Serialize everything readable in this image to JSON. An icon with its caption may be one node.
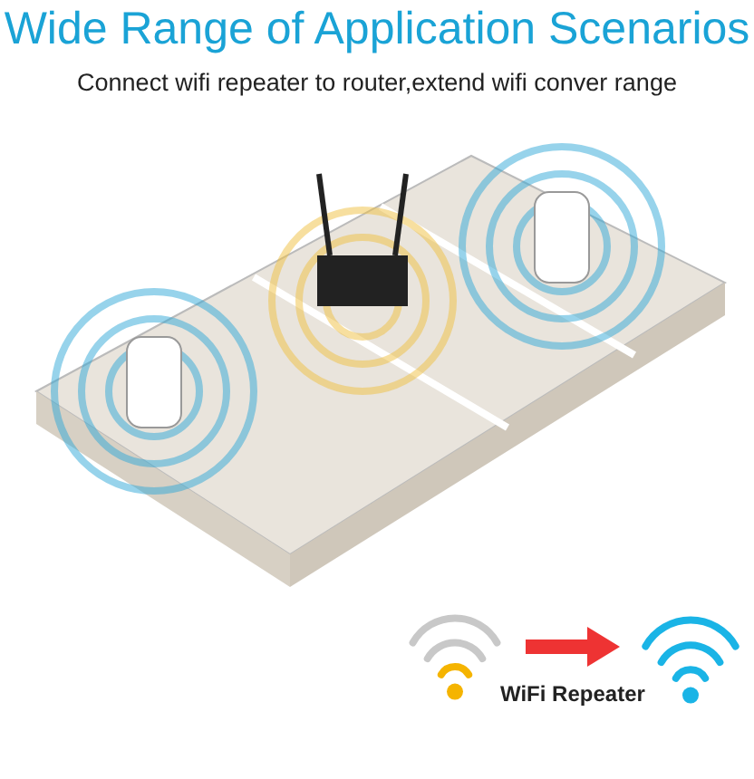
{
  "diagram": {
    "title": "Wide Range of Application Scenarios",
    "nodes": [
      {
        "text": [],
        "shape": "picture"
      },
      {
        "text": [],
        "shape": "picture"
      }
    ],
    "edges": [
      {
        "from": 0,
        "to": 1,
        "arrow": "to",
        "color": "#ee3333"
      }
    ],
    "labels": [
      "Connect wifi repeater to router,extend wifi conver range",
      "WiFi Repeater"
    ]
  }
}
